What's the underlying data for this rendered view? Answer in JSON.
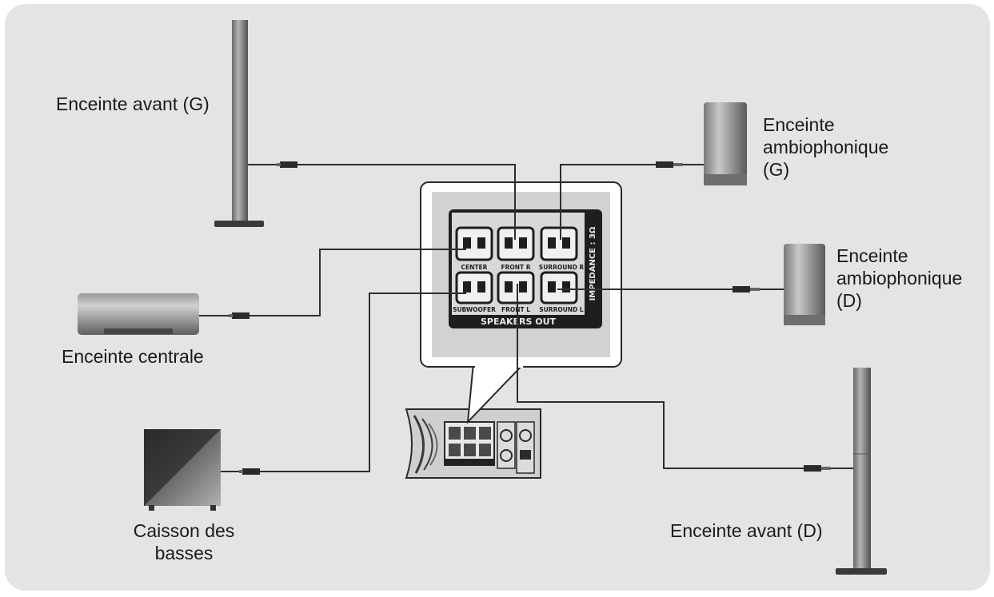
{
  "speakers": {
    "front_left": "Enceinte avant (G)",
    "surround_left": [
      "Enceinte",
      "ambiophonique",
      "(G)"
    ],
    "surround_right": [
      "Enceinte",
      "ambiophonique",
      "(D)"
    ],
    "center": "Enceinte centrale",
    "subwoofer": [
      "Caisson des",
      "basses"
    ],
    "front_right": "Enceinte avant (D)"
  },
  "panel": {
    "impedance": "IMPEDANCE : 3Ω",
    "title": "SPEAKERS OUT",
    "terminals": {
      "center": "CENTER",
      "front_r": "FRONT R",
      "surround_r": "SURROUND R",
      "subwoofer": "SUBWOOFER",
      "front_l": "FRONT L",
      "surround_l": "SURROUND L"
    }
  },
  "colors": {
    "background": "#e4e4e4",
    "panel_bg": "#d2d2d2",
    "panel_frame": "#1e1e1e",
    "wire": "#2e2e2e"
  }
}
